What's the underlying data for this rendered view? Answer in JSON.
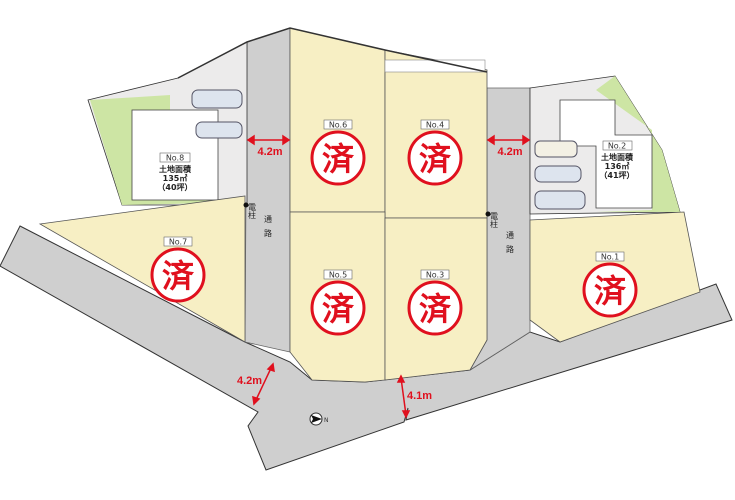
{
  "colors": {
    "lot": "#f7efc4",
    "road": "#cfcfcf",
    "green": "#cde5a4",
    "stamp": "#e0101e"
  },
  "lots": [
    {
      "id": "7",
      "label": "No.7",
      "status": "済"
    },
    {
      "id": "6",
      "label": "No.6",
      "status": "済"
    },
    {
      "id": "4",
      "label": "No.4",
      "status": "済"
    },
    {
      "id": "5",
      "label": "No.5",
      "status": "済"
    },
    {
      "id": "3",
      "label": "No.3",
      "status": "済"
    },
    {
      "id": "1",
      "label": "No.1",
      "status": "済"
    }
  ],
  "existing": [
    {
      "label": "No.8",
      "area_title": "土地面積",
      "area": "135㎡",
      "tsubo": "（40坪）"
    },
    {
      "label": "No.2",
      "area_title": "土地面積",
      "area": "136㎡",
      "tsubo": "（41坪）"
    }
  ],
  "pole_label": "電柱",
  "passage_label": [
    "通",
    "路"
  ],
  "dimensions": [
    "4.2m",
    "4.2m",
    "4.2m",
    "4.1m"
  ],
  "compass": "N"
}
